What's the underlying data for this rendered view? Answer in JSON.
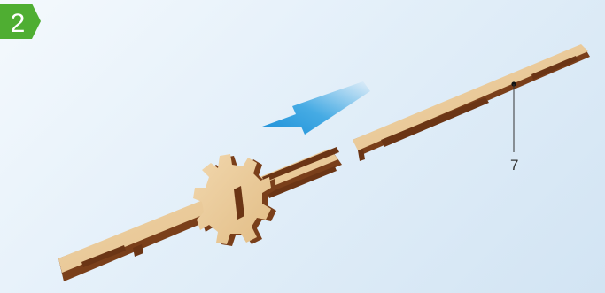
{
  "step": {
    "number": "2"
  },
  "parts": [
    {
      "name": "part-7",
      "callout": "7"
    }
  ],
  "colors": {
    "badge_green": "#4fae32",
    "arrow_blue": "#2a9fe0",
    "wood_face": "#e9c998",
    "wood_edge": "#7a3f1a",
    "background": "#e3eff9"
  }
}
